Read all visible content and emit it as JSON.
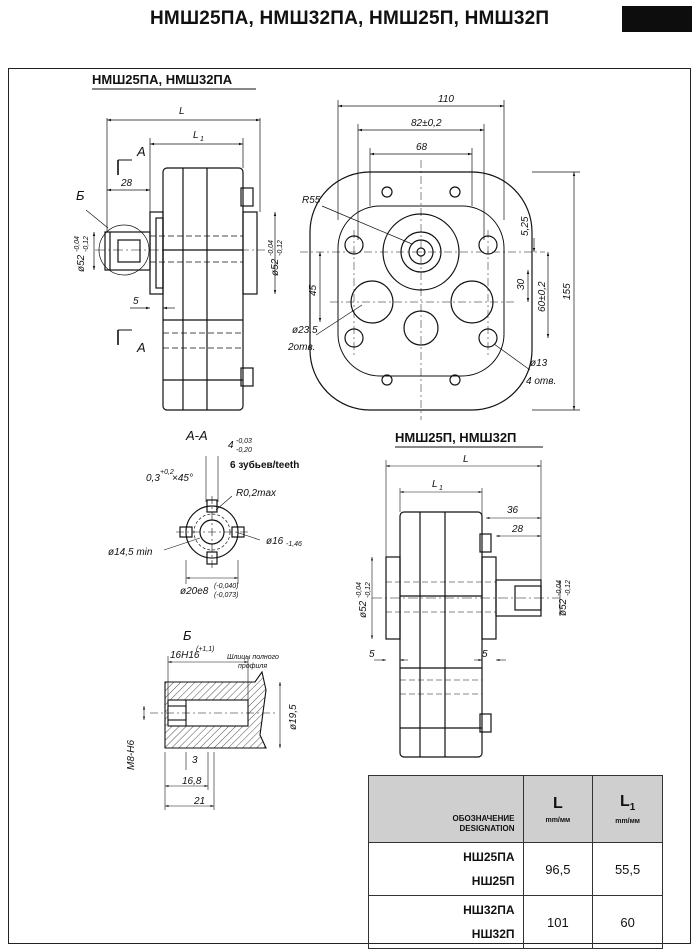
{
  "page": {
    "title": "НМШ25ПА, НМШ32ПА, НМШ25П, НМШ32П"
  },
  "views": {
    "pa_side": {
      "heading": "НМШ25ПА, НМШ32ПА",
      "L": "L",
      "L1": "L",
      "L1_sub": "1",
      "section_A_top": "А",
      "section_A_bottom": "А",
      "detail_B": "Б",
      "dim_28": "28",
      "dim_5": "5",
      "dia_left": "ø52",
      "dia_left_tol_up": "-0,04",
      "dia_left_tol_dn": "-0,12",
      "dia_right": "ø52",
      "dia_right_tol_up": "-0,04",
      "dia_right_tol_dn": "-0,12"
    },
    "front": {
      "dim_110": "110",
      "dim_82": "82±0,2",
      "dim_68": "68",
      "radius": "R55",
      "dim_45": "45",
      "dim_5_25": "5,25",
      "dim_30": "30",
      "dim_60": "60±0,2",
      "dim_155": "155",
      "hole_235": "ø23,5",
      "hole_235_count": "2отв.",
      "hole_13": "ø13",
      "hole_13_count": "4 отв."
    },
    "section_aa": {
      "heading": "А-А",
      "dim_4": "4",
      "dim_4_tol_up": "-0,03",
      "dim_4_tol_dn": "-0,20",
      "teeth": "6 зубьев/teeth",
      "chamfer": "0,3",
      "chamfer_tol": "+0,2",
      "chamfer_angle": "×45°",
      "radius": "R0,2max",
      "dia_145": "ø14,5 min",
      "dia_16": "ø16",
      "dia_16_tol": "-1,46",
      "dia_20": "ø20e8",
      "dia_20_tol_up": "(-0,040)",
      "dia_20_tol_dn": "(-0,073)"
    },
    "detail_b": {
      "heading": "Б",
      "dim_16h16": "16H16",
      "dim_16h16_tol": "(+1,1)",
      "spline_note_1": "Шлицы полного",
      "spline_note_2": "профиля",
      "dia_195": "ø19,5",
      "thread": "M8-H6",
      "dim_3": "3",
      "dim_168": "16,8",
      "dim_21": "21"
    },
    "p_side": {
      "heading": "НМШ25П, НМШ32П",
      "L": "L",
      "L1": "L",
      "L1_sub": "1",
      "dim_36": "36",
      "dim_28": "28",
      "dim_5_left": "5",
      "dim_5_right": "5",
      "dia_left": "ø52",
      "dia_left_tol_up": "-0,04",
      "dia_left_tol_dn": "-0,12",
      "dia_right": "ø52",
      "dia_right_tol_up": "-0,04",
      "dia_right_tol_dn": "-0,12"
    }
  },
  "table": {
    "header_designation_ru": "ОБОЗНАЧЕНИЕ",
    "header_designation_en": "DESIGNATION",
    "col_L": "L",
    "col_L1": "L",
    "col_L1_sub": "1",
    "unit": "mm/мм",
    "rows": [
      {
        "name_1": "НШ25ПА",
        "name_2": "НШ25П",
        "L": "96,5",
        "L1": "55,5"
      },
      {
        "name_1": "НШ32ПА",
        "name_2": "НШ32П",
        "L": "101",
        "L1": "60"
      }
    ]
  }
}
